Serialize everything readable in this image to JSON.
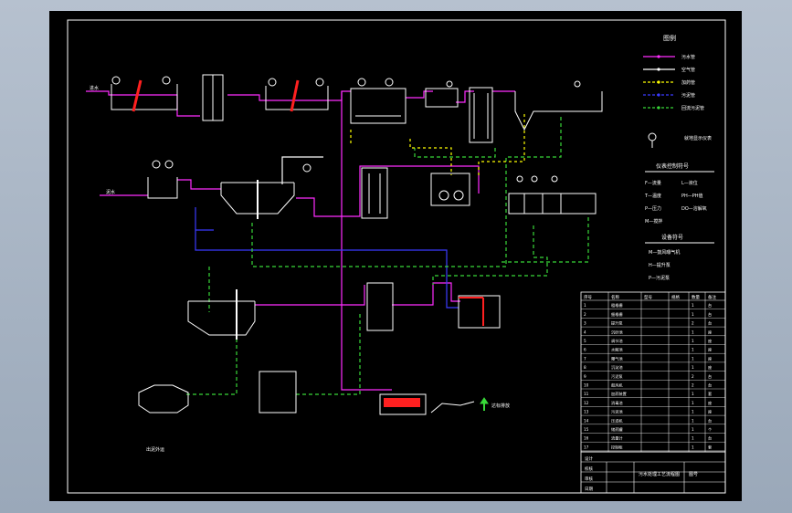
{
  "drawing": {
    "title_cn": "污水处理工艺流程图",
    "units": {
      "tanks": [
        "进水",
        "泥水"
      ],
      "bottom_left_label": "出泥外运",
      "discharge_label": "达标排放"
    },
    "legend": {
      "title": "图例",
      "items": [
        {
          "label": "污水管",
          "color": "#ff2cff"
        },
        {
          "label": "空气管",
          "color": "#ffffff"
        },
        {
          "label": "加药管",
          "color": "#ffff00"
        },
        {
          "label": "污泥管",
          "color": "#3b3bff"
        },
        {
          "label": "回流污泥管",
          "color": "#38d838"
        }
      ],
      "instrument_label": "就地显示仪表"
    },
    "instrument_symbols": {
      "title": "仪表控制符号",
      "items": [
        "F—流量",
        "L—液位",
        "T—温度",
        "PH—PH值",
        "P—压力",
        "DO—溶解氧",
        "M—搅拌"
      ]
    },
    "equipment_symbols": {
      "title": "设备符号",
      "items": [
        "M—鼓风曝气机",
        "H—提升泵",
        "P—污泥泵"
      ]
    },
    "table": {
      "headers": [
        "序号",
        "名称",
        "型号",
        "规格",
        "数量",
        "备注"
      ],
      "rows": [
        [
          "1",
          "粗格栅",
          "",
          "",
          "1",
          "台"
        ],
        [
          "2",
          "细格栅",
          "",
          "",
          "1",
          "台"
        ],
        [
          "3",
          "提升泵",
          "",
          "",
          "2",
          "台"
        ],
        [
          "4",
          "沉砂池",
          "",
          "",
          "1",
          "座"
        ],
        [
          "5",
          "调节池",
          "",
          "",
          "1",
          "座"
        ],
        [
          "6",
          "水解池",
          "",
          "",
          "1",
          "座"
        ],
        [
          "7",
          "曝气池",
          "",
          "",
          "1",
          "座"
        ],
        [
          "8",
          "沉淀池",
          "",
          "",
          "1",
          "座"
        ],
        [
          "9",
          "污泥泵",
          "",
          "",
          "2",
          "台"
        ],
        [
          "10",
          "鼓风机",
          "",
          "",
          "2",
          "台"
        ],
        [
          "11",
          "加药装置",
          "",
          "",
          "1",
          "套"
        ],
        [
          "12",
          "消毒池",
          "",
          "",
          "1",
          "座"
        ],
        [
          "13",
          "污泥池",
          "",
          "",
          "1",
          "座"
        ],
        [
          "14",
          "压滤机",
          "",
          "",
          "1",
          "台"
        ],
        [
          "15",
          "储药罐",
          "",
          "",
          "1",
          "个"
        ],
        [
          "16",
          "流量计",
          "",
          "",
          "1",
          "台"
        ],
        [
          "17",
          "控制柜",
          "",
          "",
          "1",
          "套"
        ]
      ]
    },
    "title_block": {
      "project": "污水处理工艺流程图",
      "rows": [
        "设计",
        "校核",
        "审核",
        "日期"
      ],
      "sheet": "图号"
    }
  }
}
